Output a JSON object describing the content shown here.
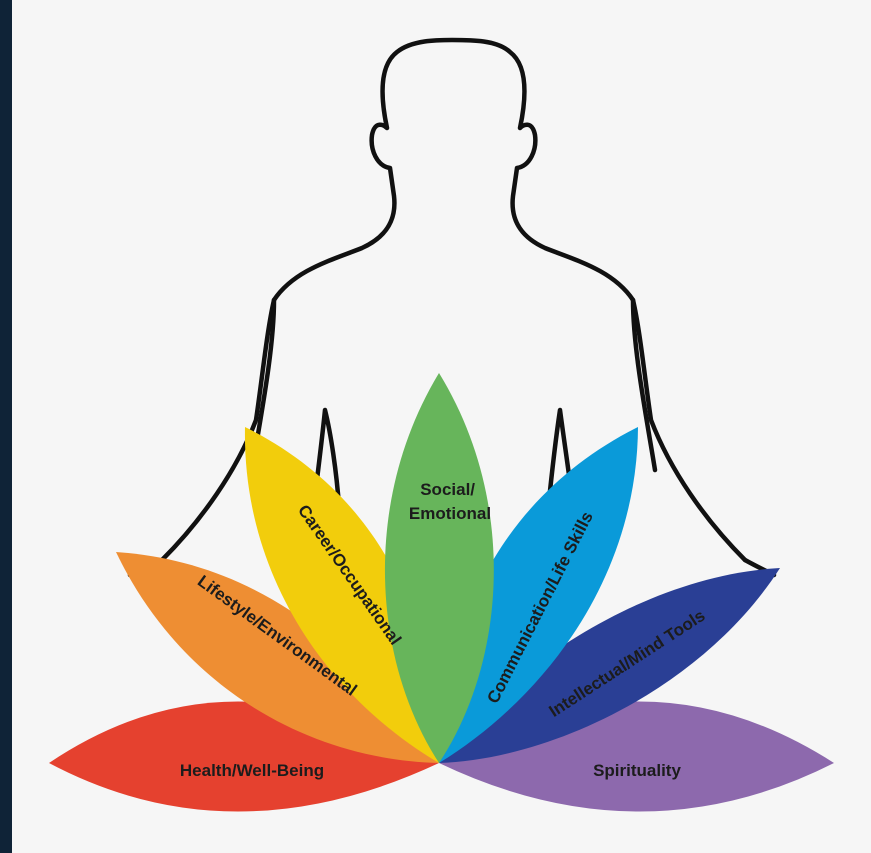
{
  "diagram": {
    "petals": [
      {
        "key": "health",
        "lines": [
          "Health/Well-Being"
        ],
        "color": "#e5412f"
      },
      {
        "key": "lifestyle",
        "lines": [
          "Lifestyle/Environmental"
        ],
        "color": "#ee8e33"
      },
      {
        "key": "career",
        "lines": [
          "Career/Occupational"
        ],
        "color": "#f2cd0c"
      },
      {
        "key": "social",
        "lines": [
          "Social/",
          "Emotional"
        ],
        "color": "#67b55b"
      },
      {
        "key": "communication",
        "lines": [
          "Communication/Life Skills"
        ],
        "color": "#0a9ad9"
      },
      {
        "key": "intellectual",
        "lines": [
          "Intellectual/Mind Tools"
        ],
        "color": "#2a3f95"
      },
      {
        "key": "spirituality",
        "lines": [
          "Spirituality"
        ],
        "color": "#8d69ad"
      }
    ],
    "figure": {
      "name": "meditating-person-outline",
      "stroke": "#111111"
    },
    "colors": {
      "background": "#0f2337",
      "panel": "#f6f6f6"
    }
  }
}
